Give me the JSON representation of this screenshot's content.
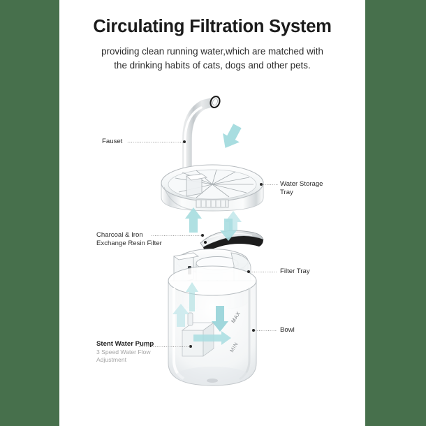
{
  "page": {
    "background": "#ffffff",
    "frame_color": "#47704c",
    "title": "Circulating Filtration System",
    "subtitle_lines": [
      "providing clean running water,which are matched with",
      "the drinking habits of cats, dogs and other pets."
    ]
  },
  "accent": {
    "arrow_color": "#a8dde0",
    "arrow_color_dark": "#8fd0d6",
    "leader_color": "#8d8d8d",
    "text_color": "#2b2b2b",
    "muted_text_color": "#a6a6a6"
  },
  "callouts": [
    {
      "id": "fauset",
      "name": "fauset-label",
      "side": "left",
      "lines": [
        "Fauset"
      ],
      "sub_lines": []
    },
    {
      "id": "water-storage-tray",
      "name": "water-storage-tray-label",
      "side": "right",
      "lines": [
        "Water Storage",
        "Tray"
      ],
      "sub_lines": []
    },
    {
      "id": "charcoal-filter",
      "name": "charcoal-iron-exchange-resin-filter-label",
      "side": "left",
      "lines": [
        "Charcoal & Iron",
        "Exchange Resin Filter"
      ],
      "sub_lines": []
    },
    {
      "id": "filter-tray",
      "name": "filter-tray-label",
      "side": "right",
      "lines": [
        "Filter Tray"
      ],
      "sub_lines": []
    },
    {
      "id": "bowl",
      "name": "bowl-label",
      "side": "right",
      "lines": [
        "Bowl"
      ],
      "sub_lines": []
    },
    {
      "id": "stent-water-pump",
      "name": "stent-water-pump-label",
      "side": "left",
      "lines": [
        "Stent Water Pump"
      ],
      "sub_lines": [
        "3 Speed Water Flow",
        "Adjustment"
      ]
    }
  ],
  "product_markings": {
    "max_label": "MAX",
    "min_label": "MIN"
  }
}
